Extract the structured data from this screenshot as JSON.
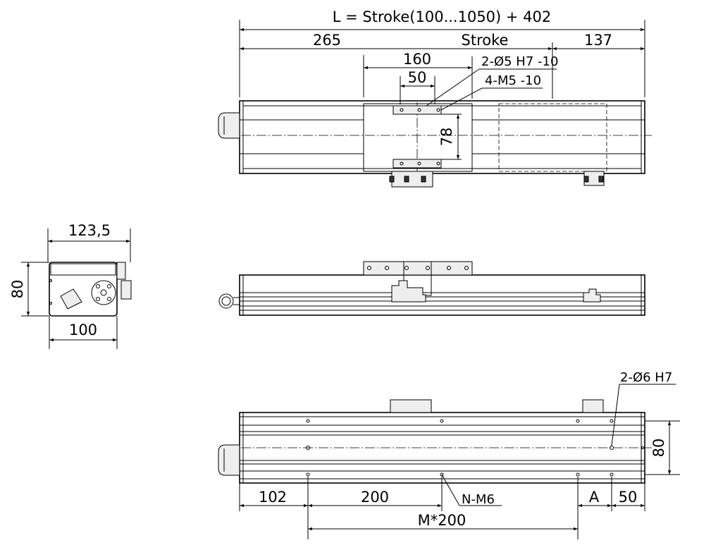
{
  "top_view": {
    "overall_length": "L = Stroke(100...1050) + 402",
    "left_length": "265",
    "stroke": "Stroke",
    "right_length": "137",
    "carriage_hole_spacing": "160",
    "carriage_center_spacing": "50",
    "dowel_holes": "2-Ø5 H7 -10",
    "thread_holes": "4-M5 -10",
    "carriage_width": "78"
  },
  "side_view": {
    "width": "123,5",
    "height": "80",
    "base_width": "100"
  },
  "bottom_view": {
    "dowel_holes": "2-Ø6 H7",
    "height": "80",
    "start_offset": "102",
    "pitch": "200",
    "thread_label": "N-M6",
    "a_label": "A",
    "end_offset": "50",
    "pitch_total": "M*200"
  }
}
